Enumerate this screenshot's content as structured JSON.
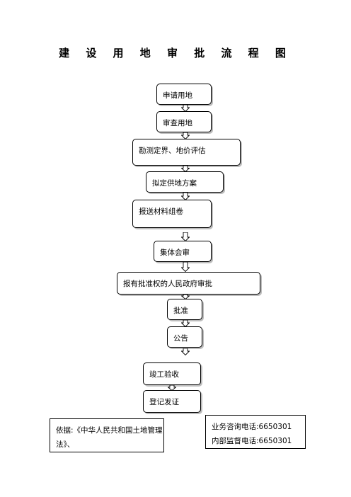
{
  "title": "建 设 用 地 审 批 流 程 图",
  "steps": [
    "申请用地",
    "审查用地",
    "勘测定界、地价评估",
    "拟定供地方案",
    "报送材料组卷",
    "集体会审",
    "报有批准权的人民政府审批",
    "批准",
    "公告",
    "竣工验收",
    "登记发证"
  ],
  "basis": {
    "line1": "依据:《中华人民共和国土地管理",
    "line2": "法》、"
  },
  "contact": {
    "consult": "业务咨询电话:6650301",
    "supervise": "内部监督电话:6650301"
  }
}
